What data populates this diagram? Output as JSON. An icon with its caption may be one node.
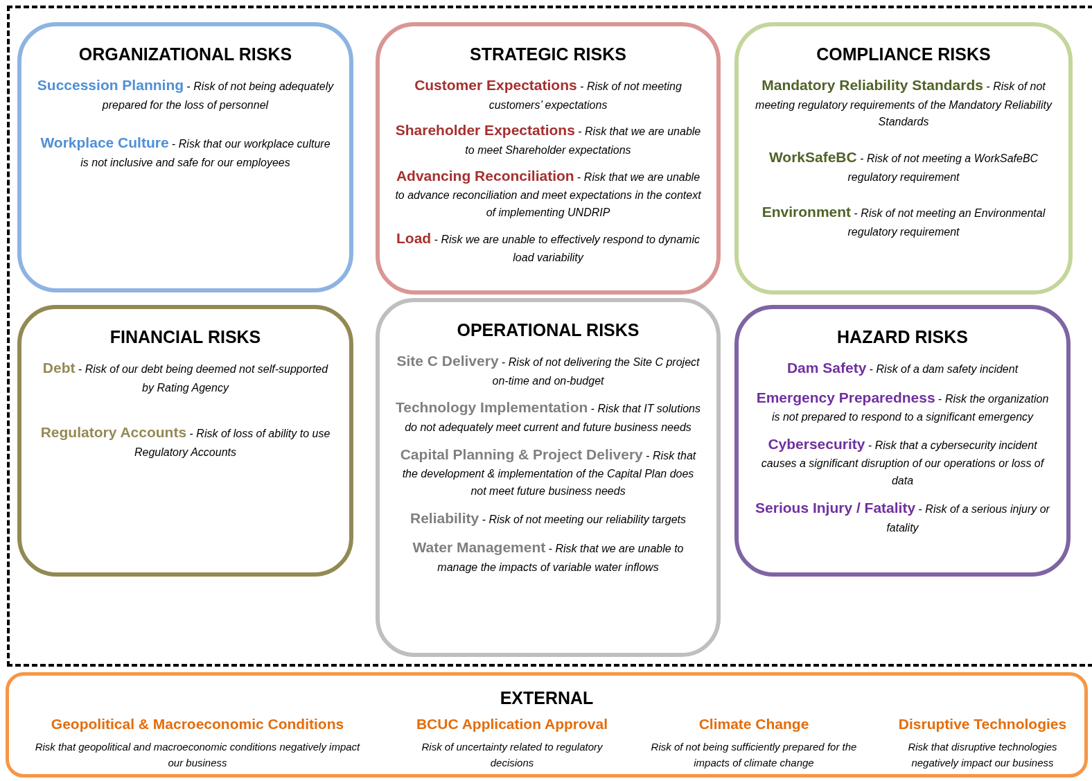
{
  "diagram": {
    "nodes": [
      {
        "text": [],
        "shape": "box"
      },
      {
        "text": [
          "ORGANIZATIONAL RISKS",
          "**Succession Planning** - *Risk of not being adequately prepared for the loss of personnel*",
          "**Workplace Culture** - *Risk that our workplace culture is not inclusive and safe for our employees*"
        ],
        "in": 0
      },
      {
        "text": [
          "STRATEGIC RISKS",
          "**Customer Expectations** - *Risk of not meeting customers’ expectations*",
          "**Shareholder Expectations** - *Risk that we are unable to meet Shareholder expectations*",
          "**Advancing Reconciliation** - *Risk that we are unable to advance reconciliation and meet expectations in the context of implementing UNDRIP*",
          "**Load** - *Risk we are unable to effectively respond to dynamic load variability*"
        ],
        "in": 0
      },
      {
        "text": [
          "COMPLIANCE RISKS",
          "**Mandatory Reliability Standards** - *Risk of not meeting regulatory requirements of the Mandatory Reliability Standards*",
          "**WorkSafeBC** - *Risk of not meeting a WorkSafeBC regulatory requirement*",
          "**Environment** - *Risk of not meeting an Environmental regulatory requirement*"
        ],
        "in": 0
      },
      {
        "text": [
          "FINANCIAL RISKS",
          "**Debt** - *Risk of our debt being deemed not self-supported by Rating Agency*",
          "**Regulatory Accounts** - *Risk of loss of ability to use Regulatory Accounts*"
        ],
        "in": 0
      },
      {
        "text": [
          "OPERATIONAL RISKS",
          "**Site C Delivery** - *Risk of not delivering the Site C project on-time and on-budget*",
          "**Technology Implementation** - *Risk that IT solutions do not adequately meet current and future business needs*",
          "**Capital Planning & Project Delivery** - *Risk that the development & implementation of the Capital Plan does not meet future business needs*",
          "**Reliability** - *Risk of not meeting our reliability targets*",
          "**Water Management** - *Risk that we are unable to manage the impacts of variable water inflows*"
        ],
        "in": 0
      },
      {
        "text": [
          "HAZARD RISKS",
          "**Dam Safety** - *Risk of a dam safety incident*",
          "**Emergency Preparedness** - *Risk the organization is not prepared to respond to a significant emergency*",
          "**Cybersecurity** - *Risk that a cybersecurity incident causes a significant disruption of our operations or loss of data*",
          "**Serious Injury / Fatality** - *Risk of a serious injury or fatality*"
        ],
        "in": 0
      },
      {
        "text": [
          "EXTERNAL",
          "Geopolitical & Macroeconomic Conditions",
          "Risk that geopolitical and macroeconomic conditions negatively impact our business",
          "BCUC Application Approval",
          "Risk of uncertainty related to regulatory decisions",
          "Climate Change",
          "Risk of not being sufficiently prepared for the impacts of climate change",
          "Disruptive Technologies",
          "Risk that disruptive technologies negatively impact our business"
        ]
      }
    ]
  }
}
